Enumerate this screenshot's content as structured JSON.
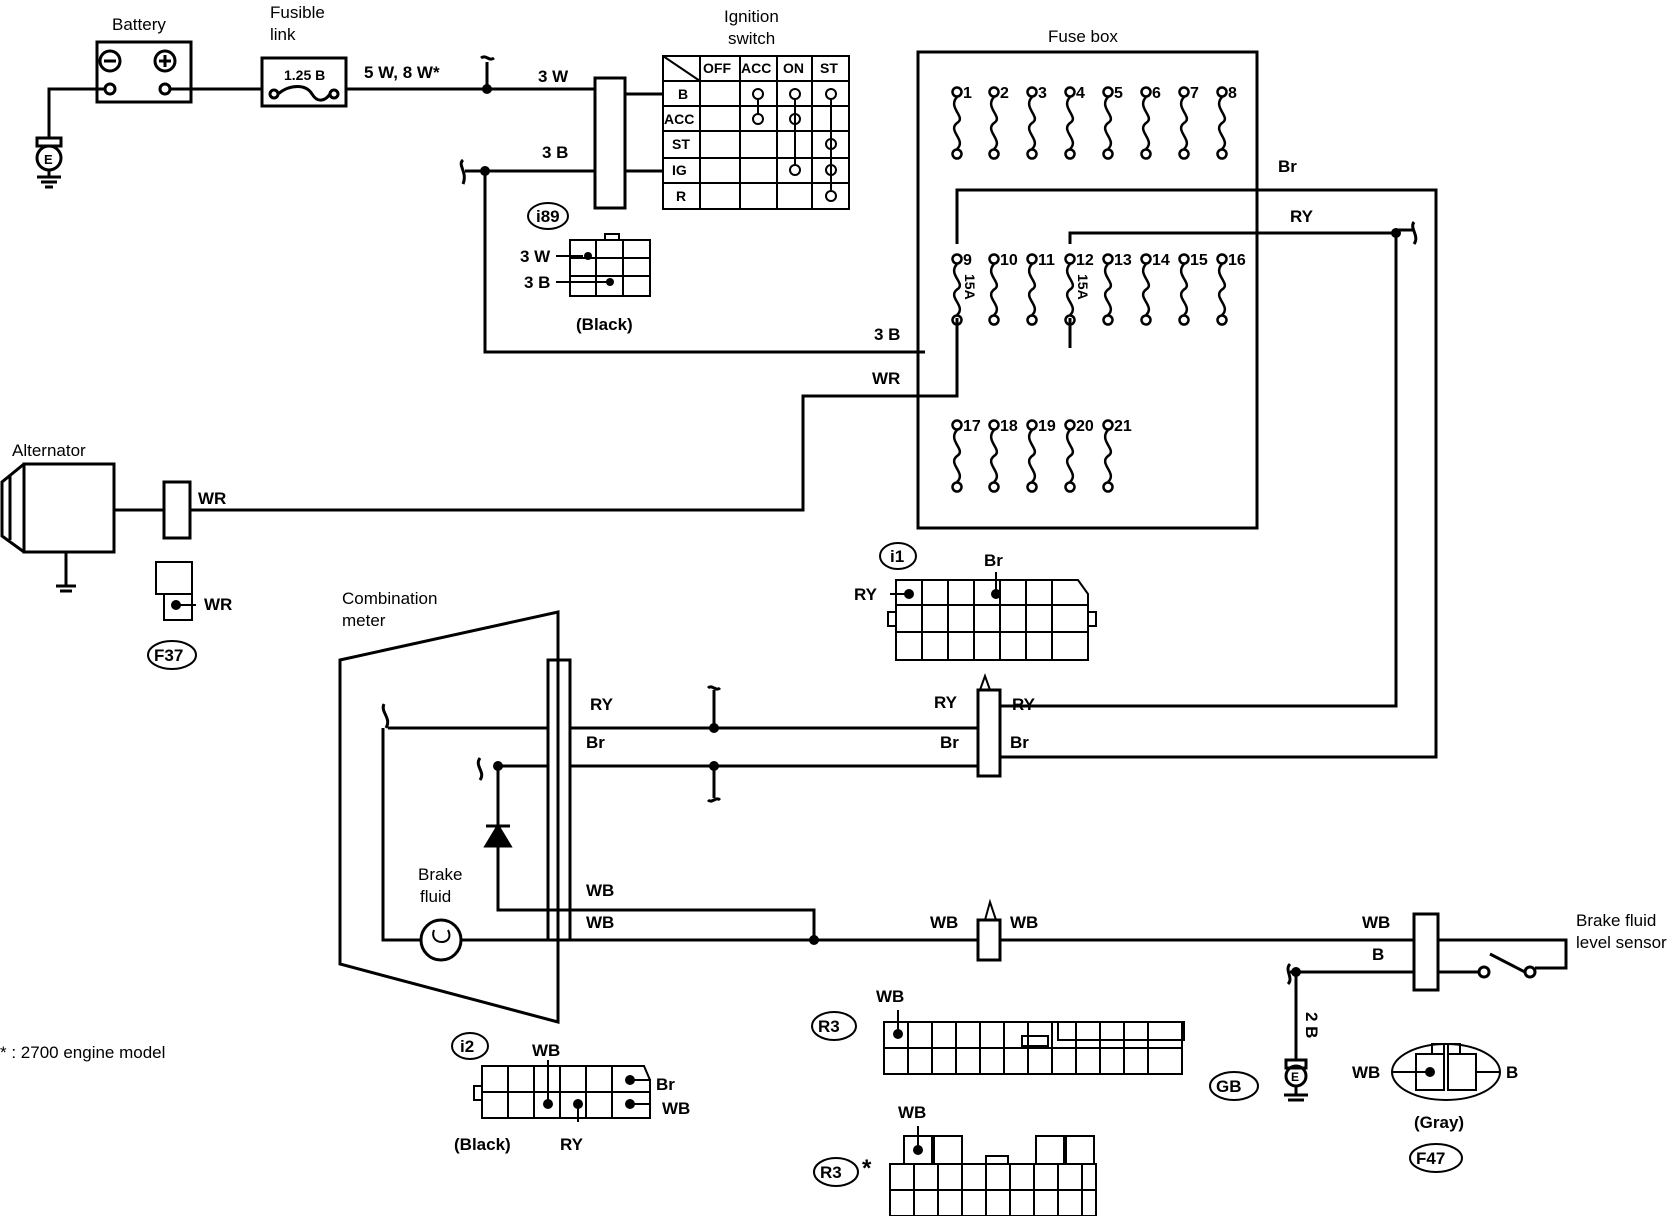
{
  "components": {
    "battery": "Battery",
    "fusible_link_l1": "Fusible",
    "fusible_link_l2": "link",
    "fusible_link_rating": "1.25 B",
    "ignition_switch_l1": "Ignition",
    "ignition_switch_l2": "switch",
    "fuse_box": "Fuse box",
    "alternator": "Alternator",
    "combination_meter_l1": "Combination",
    "combination_meter_l2": "meter",
    "brake_fluid_l1": "Brake",
    "brake_fluid_l2": "fluid",
    "brake_sensor_l1": "Brake fluid",
    "brake_sensor_l2": "level sensor",
    "ground": "E"
  },
  "ignition_table": {
    "columns": [
      "OFF",
      "ACC",
      "ON",
      "ST"
    ],
    "rows": [
      "B",
      "ACC",
      "ST",
      "IG",
      "R"
    ]
  },
  "fuses": {
    "top_row": [
      "1",
      "2",
      "3",
      "4",
      "5",
      "6",
      "7",
      "8"
    ],
    "middle_row": [
      "9",
      "10",
      "11",
      "12",
      "13",
      "14",
      "15",
      "16"
    ],
    "bottom_row": [
      "17",
      "18",
      "19",
      "20",
      "21"
    ],
    "rating_9": "15A",
    "rating_12": "15A"
  },
  "wires": {
    "main_feed": "5 W, 8 W*",
    "w3": "3 W",
    "b3": "3 B",
    "br": "Br",
    "ry": "RY",
    "wr": "WR",
    "wb": "WB",
    "b": "B",
    "b2": "2 B"
  },
  "connectors": {
    "i89": "i89",
    "i89_pin_3w": "3 W",
    "i89_pin_3b": "3 B",
    "black": "(Black)",
    "gray": "(Gray)",
    "i1": "i1",
    "i1_ry": "RY",
    "i1_br": "Br",
    "i2": "i2",
    "i2_wb": "WB",
    "i2_br": "Br",
    "i2_wb2": "WB",
    "i2_ry": "RY",
    "f37": "F37",
    "f37_wr": "WR",
    "r3": "R3",
    "r3_wb": "WB",
    "r3_alt": "R3",
    "r3_alt_mark": "*",
    "r3_alt_wb": "WB",
    "gb": "GB",
    "f47": "F47",
    "f47_wb": "WB",
    "f47_b": "B"
  },
  "footnote": "* :  2700 engine model"
}
